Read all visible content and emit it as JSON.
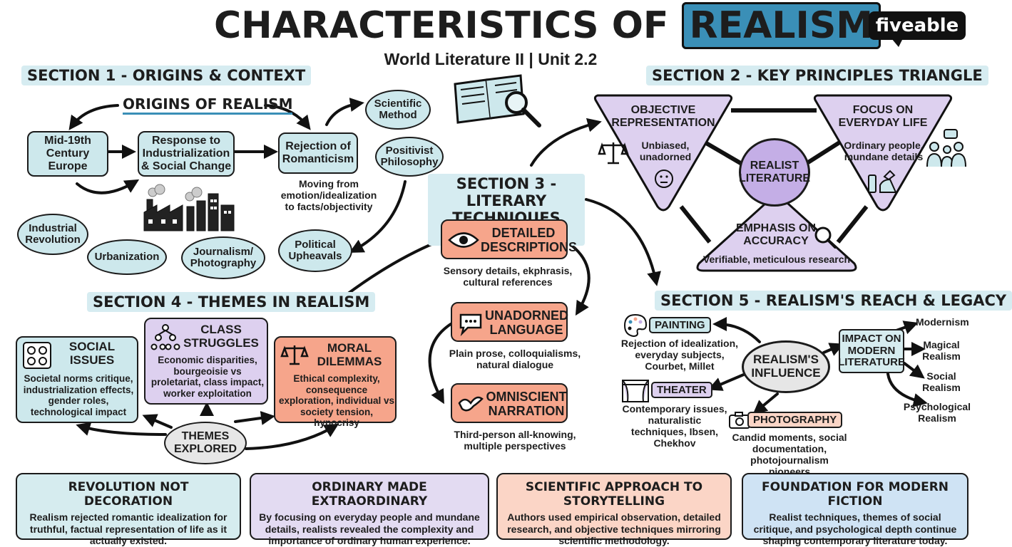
{
  "header": {
    "title_prefix": "CHARACTERISTICS OF",
    "title_highlight": "REALISM",
    "subtitle": "World Literature II | Unit 2.2",
    "logo": "fiveable"
  },
  "colors": {
    "teal": "#cde8ec",
    "purple": "#ddd0ef",
    "orange": "#f6a58b",
    "accent": "#3a8fb7"
  },
  "section1": {
    "heading": "SECTION 1 - ORIGINS & CONTEXT",
    "origins_label": "ORIGINS OF REALISM",
    "nodes": {
      "mid19": "Mid-19th Century Europe",
      "response": "Response to Industrialization & Social Change",
      "rejection": "Rejection of Romanticism",
      "rejection_note": "Moving from emotion/idealization to facts/objectivity",
      "scientific": "Scientific Method",
      "positivist": "Positivist Philosophy",
      "industrial": "Industrial Revolution",
      "urbanization": "Urbanization",
      "journalism": "Journalism/ Photography",
      "political": "Political Upheavals"
    }
  },
  "section2": {
    "heading": "SECTION 2 - KEY PRINCIPLES TRIANGLE",
    "objective_title": "OBJECTIVE REPRESENTATION",
    "objective_desc": "Unbiased, unadorned",
    "everyday_title": "FOCUS ON EVERYDAY LIFE",
    "everyday_desc": "Ordinary people, mundane details",
    "center": "REALIST LITERATURE",
    "accuracy_title": "EMPHASIS ON ACCURACY",
    "accuracy_desc": "Verifiable, meticulous research"
  },
  "section3": {
    "heading": "SECTION 3 - LITERARY TECHNIQUES FLOW",
    "techniques": [
      {
        "title": "DETAILED DESCRIPTIONS",
        "note": "Sensory details, ekphrasis, cultural references"
      },
      {
        "title": "UNADORNED LANGUAGE",
        "note": "Plain prose, colloquialisms, natural dialogue"
      },
      {
        "title": "OMNISCIENT NARRATION",
        "note": "Third-person all-knowing, multiple perspectives"
      }
    ]
  },
  "section4": {
    "heading": "SECTION 4 - THEMES IN REALISM",
    "center": "THEMES EXPLORED",
    "themes": [
      {
        "title": "SOCIAL ISSUES",
        "desc": "Societal norms critique, industrialization effects, gender roles, technological impact"
      },
      {
        "title": "CLASS STRUGGLES",
        "desc": "Economic disparities, bourgeoisie vs proletariat, class impact, worker exploitation"
      },
      {
        "title": "MORAL DILEMMAS",
        "desc": "Ethical complexity, consequence exploration, individual vs society tension, hypocrisy"
      }
    ]
  },
  "section5": {
    "heading": "SECTION 5 - REALISM'S REACH & LEGACY",
    "center": "REALISM'S INFLUENCE",
    "painting": {
      "label": "PAINTING",
      "desc": "Rejection of idealization, everyday subjects, Courbet, Millet"
    },
    "theater": {
      "label": "THEATER",
      "desc": "Contemporary issues, naturalistic techniques, Ibsen, Chekhov"
    },
    "photography": {
      "label": "PHOTOGRAPHY",
      "desc": "Candid moments, social documentation, photojournalism pioneers"
    },
    "impact": "IMPACT ON MODERN LITERATURE",
    "movements": [
      "Modernism",
      "Magical Realism",
      "Social Realism",
      "Psychological Realism"
    ]
  },
  "bottom": [
    {
      "title": "REVOLUTION NOT DECORATION",
      "desc": "Realism rejected romantic idealization for truthful, factual representation of life as it actually existed."
    },
    {
      "title": "ORDINARY MADE EXTRAORDINARY",
      "desc": "By focusing on everyday people and mundane details, realists revealed the complexity and importance of ordinary human experience."
    },
    {
      "title": "SCIENTIFIC APPROACH TO STORYTELLING",
      "desc": "Authors used empirical observation, detailed research, and objective techniques mirroring scientific methodology."
    },
    {
      "title": "FOUNDATION FOR MODERN FICTION",
      "desc": "Realist techniques, themes of social critique, and psychological depth continue shaping contemporary literature today."
    }
  ]
}
